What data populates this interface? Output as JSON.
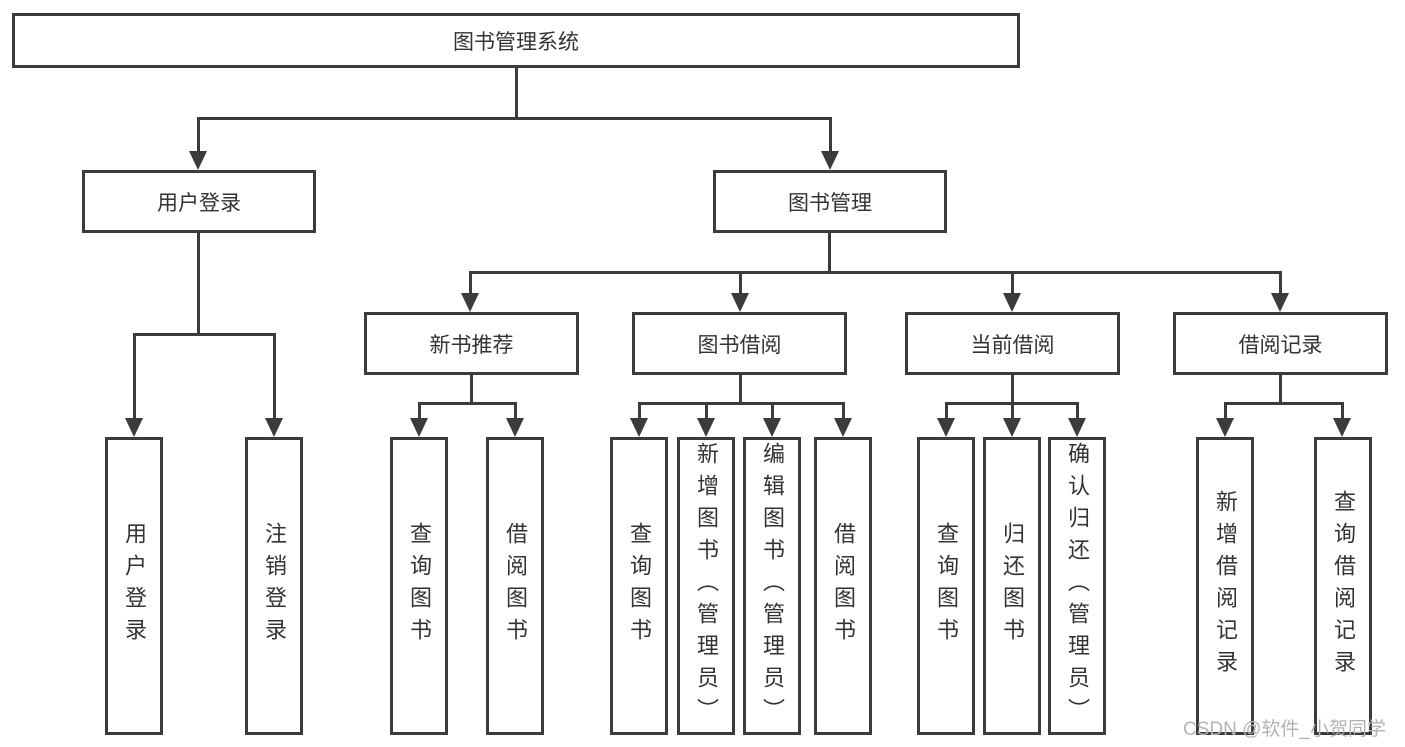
{
  "diagram": {
    "type": "hierarchy-tree",
    "root": {
      "label": "图书管理系统",
      "children": [
        {
          "label": "用户登录",
          "children": [
            {
              "label": "用户登录"
            },
            {
              "label": "注销登录"
            }
          ]
        },
        {
          "label": "图书管理",
          "children": [
            {
              "label": "新书推荐",
              "children": [
                {
                  "label": "查询图书"
                },
                {
                  "label": "借阅图书"
                }
              ]
            },
            {
              "label": "图书借阅",
              "children": [
                {
                  "label": "查询图书"
                },
                {
                  "label": "新增图书（管理员）"
                },
                {
                  "label": "编辑图书（管理员）"
                },
                {
                  "label": "借阅图书"
                }
              ]
            },
            {
              "label": "当前借阅",
              "children": [
                {
                  "label": "查询图书"
                },
                {
                  "label": "归还图书"
                },
                {
                  "label": "确认归还（管理员）"
                }
              ]
            },
            {
              "label": "借阅记录",
              "children": [
                {
                  "label": "新增借阅记录"
                },
                {
                  "label": "查询借阅记录"
                }
              ]
            }
          ]
        }
      ]
    }
  },
  "watermark": "CSDN @软件_小贺同学",
  "colors": {
    "line": "#3b3b3b",
    "text": "#333333",
    "watermark": "#b3b3b3",
    "background": "#ffffff"
  }
}
